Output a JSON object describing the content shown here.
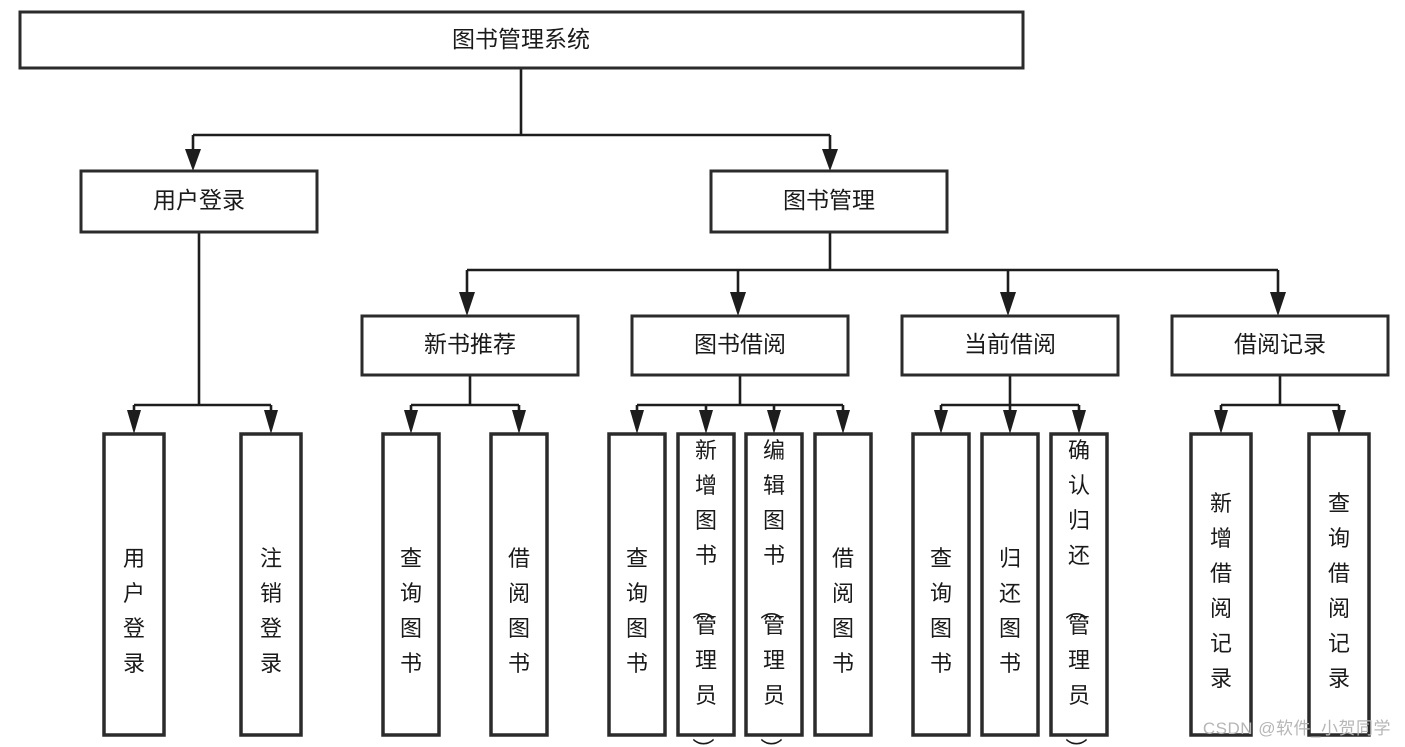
{
  "diagram": {
    "title": "图书管理系统",
    "type": "tree-hierarchy-chart",
    "watermark": "CSDN @软件_小贺同学",
    "colors": {
      "box_stroke": "#2b2b2b",
      "box_fill": "#ffffff",
      "edge": "#1d1d1d",
      "text": "#1a1a1a",
      "watermark": "#b6b6b6",
      "background": "#ffffff"
    },
    "levels": {
      "root": {
        "label": "图书管理系统"
      },
      "level2": [
        {
          "id": "user-login",
          "label": "用户登录"
        },
        {
          "id": "book-manage",
          "label": "图书管理"
        }
      ],
      "level3": [
        {
          "id": "new-book-recommend",
          "label": "新书推荐",
          "parent": "book-manage"
        },
        {
          "id": "book-borrow",
          "label": "图书借阅",
          "parent": "book-manage"
        },
        {
          "id": "current-borrow",
          "label": "当前借阅",
          "parent": "book-manage"
        },
        {
          "id": "borrow-record",
          "label": "借阅记录",
          "parent": "book-manage"
        }
      ],
      "leaves": [
        {
          "id": "leaf-user-login",
          "label": "用户登录",
          "parent": "user-login"
        },
        {
          "id": "leaf-logout-login",
          "label": "注销登录",
          "parent": "user-login"
        },
        {
          "id": "leaf-query-book-1",
          "label": "查询图书",
          "parent": "new-book-recommend"
        },
        {
          "id": "leaf-borrow-book-1",
          "label": "借阅图书",
          "parent": "new-book-recommend"
        },
        {
          "id": "leaf-query-book-2",
          "label": "查询图书",
          "parent": "book-borrow"
        },
        {
          "id": "leaf-add-book",
          "label": "新增图书（管理员）",
          "parent": "book-borrow"
        },
        {
          "id": "leaf-edit-book",
          "label": "编辑图书（管理员）",
          "parent": "book-borrow"
        },
        {
          "id": "leaf-borrow-book-2",
          "label": "借阅图书",
          "parent": "book-borrow"
        },
        {
          "id": "leaf-query-book-3",
          "label": "查询图书",
          "parent": "current-borrow"
        },
        {
          "id": "leaf-return-book",
          "label": "归还图书",
          "parent": "current-borrow"
        },
        {
          "id": "leaf-confirm-return",
          "label": "确认归还（管理员）",
          "parent": "current-borrow"
        },
        {
          "id": "leaf-add-record",
          "label": "新增借阅记录",
          "parent": "borrow-record"
        },
        {
          "id": "leaf-query-record",
          "label": "查询借阅记录",
          "parent": "borrow-record"
        }
      ]
    }
  }
}
